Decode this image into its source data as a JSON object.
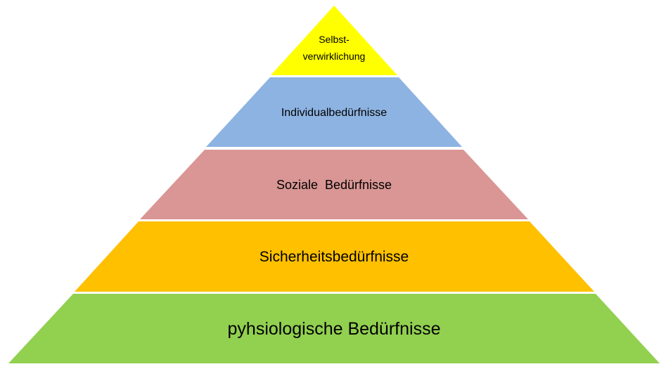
{
  "title": "Bedürfnispyramide",
  "layers": [
    {
      "label_lines": [
        "Selbst-",
        "verwirklichung"
      ],
      "color": "#FFFF00"
    },
    {
      "label": "Individualbedürfnisse",
      "color": "#8DB3E2"
    },
    {
      "label": "Soziale  Bedürfnisse",
      "color": "#D99694"
    },
    {
      "label": "Sicherheitsbedürfnisse",
      "color": "#FFC000"
    },
    {
      "label": "pyhsiologische Bedürfnisse",
      "color": "#92D050"
    }
  ]
}
